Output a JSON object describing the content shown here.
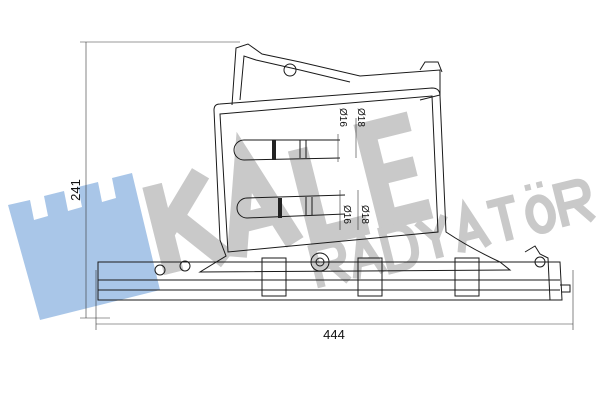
{
  "drawing": {
    "dimensions": {
      "height": "241",
      "width": "444",
      "pipe_upper_inner": "Ø16",
      "pipe_upper_outer": "Ø18",
      "pipe_lower_inner": "Ø16",
      "pipe_lower_outer": "Ø18"
    }
  },
  "watermark": {
    "brand": "KALE",
    "sub": "RADYATÖR",
    "colors": {
      "blue": "#a9c6e8",
      "gray": "#c9c9c9"
    }
  }
}
